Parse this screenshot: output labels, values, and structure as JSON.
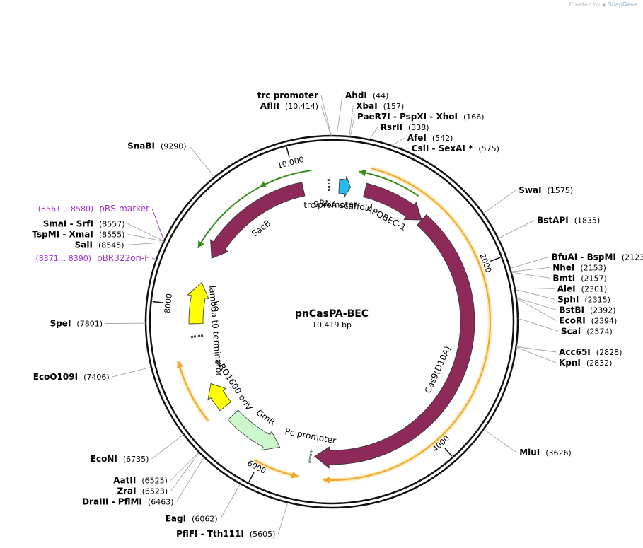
{
  "credit": {
    "prefix": "Created by",
    "brand": "SnapGene",
    "logo_icon": "snapgene-logo-icon"
  },
  "plasmid": {
    "name": "pnCasPA-BEC",
    "size_text": "10,419 bp",
    "length_bp": 10419
  },
  "colors": {
    "backbone": "#111111",
    "feature_purple": "#8e2a5a",
    "feature_green_line": "#3a8a1c",
    "feature_yellow": "#ffff00",
    "feature_orange_line": "#f0a631",
    "gmr_fill": "#ccf6cc",
    "scaffold_fill": "#26b9ee",
    "primer_label": "#9b30d9",
    "label_text": "#000000"
  },
  "tick_labels": [
    {
      "text": "2000",
      "bp": 2000
    },
    {
      "text": "4000",
      "bp": 4000
    },
    {
      "text": "6000",
      "bp": 6000
    },
    {
      "text": "8000",
      "bp": 8000
    },
    {
      "text": "10,000",
      "bp": 10000
    }
  ],
  "features": [
    {
      "name": "APOBEC-1",
      "start": 410,
      "end": 1200,
      "kind": "cds",
      "direction": 1
    },
    {
      "name": "Cas9(D10A)",
      "start": 1200,
      "end": 5420,
      "kind": "cds",
      "direction": 1
    },
    {
      "name": "SacB",
      "start": 8620,
      "end": 10070,
      "kind": "cds",
      "direction": -1
    },
    {
      "name": "ori",
      "start": 7790,
      "end": 8300,
      "kind": "ori",
      "direction": 1
    },
    {
      "name": "GmR",
      "start": 5860,
      "end": 6560,
      "kind": "marker",
      "direction": -1
    },
    {
      "name": "gRNA scaffold",
      "start": 90,
      "end": 230,
      "kind": "scaffold",
      "direction": 1
    },
    {
      "name": "pRO1600 oriV",
      "start": 6700,
      "end": 7030,
      "kind": "rep_origin",
      "direction": 1
    },
    {
      "name": "Pc promoter",
      "start": 5470,
      "end": 5560,
      "kind": "promoter",
      "direction": -1
    },
    {
      "name": "lambda t0 terminator",
      "start": 7635,
      "end": 7730,
      "kind": "terminator",
      "direction": 1
    },
    {
      "name": "trc promoter",
      "start": 10380,
      "end": 10419,
      "kind": "promoter",
      "direction": 1
    }
  ],
  "outer_arcs": [
    {
      "start": 420,
      "end": 5300,
      "direction": 1,
      "style": "orange"
    },
    {
      "start": 5560,
      "end": 6060,
      "direction": -1,
      "style": "orange"
    },
    {
      "start": 6690,
      "end": 7400,
      "direction": 1,
      "style": "orange"
    },
    {
      "start": 9600,
      "end": 10190,
      "direction": -1,
      "style": "green"
    },
    {
      "start": 300,
      "end": 1000,
      "direction": -1,
      "style": "green"
    },
    {
      "start": 8650,
      "end": 9830,
      "direction": -1,
      "style": "green"
    }
  ],
  "sites": [
    {
      "name": "trc promoter",
      "pos": "",
      "bp": 10415,
      "boxed": true
    },
    {
      "name": "AflII",
      "pos": "(10,414)",
      "bp": 10414
    },
    {
      "name": "AhdI",
      "pos": "(44)",
      "bp": 44
    },
    {
      "name": "XbaI",
      "pos": "(157)",
      "bp": 157
    },
    {
      "name": "PaeR7I  -  PspXI  -  XhoI",
      "pos": "(166)",
      "bp": 166
    },
    {
      "name": "RsrII",
      "pos": "(338)",
      "bp": 338
    },
    {
      "name": "AfeI",
      "pos": "(542)",
      "bp": 542
    },
    {
      "name": "CsiI  -  SexAI *",
      "pos": "(575)",
      "bp": 575
    },
    {
      "name": "SwaI",
      "pos": "(1575)",
      "bp": 1575
    },
    {
      "name": "BstAPI",
      "pos": "(1835)",
      "bp": 1835
    },
    {
      "name": "BfuAI  -  BspMI",
      "pos": "(2123)",
      "bp": 2123
    },
    {
      "name": "NheI",
      "pos": "(2153)",
      "bp": 2153
    },
    {
      "name": "BmtI",
      "pos": "(2157)",
      "bp": 2157
    },
    {
      "name": "AleI",
      "pos": "(2301)",
      "bp": 2301
    },
    {
      "name": "SphI",
      "pos": "(2315)",
      "bp": 2315
    },
    {
      "name": "BstBI",
      "pos": "(2392)",
      "bp": 2392
    },
    {
      "name": "EcoRI",
      "pos": "(2394)",
      "bp": 2394
    },
    {
      "name": "ScaI",
      "pos": "(2574)",
      "bp": 2574
    },
    {
      "name": "Acc65I",
      "pos": "(2828)",
      "bp": 2828
    },
    {
      "name": "KpnI",
      "pos": "(2832)",
      "bp": 2832
    },
    {
      "name": "MluI",
      "pos": "(3626)",
      "bp": 3626
    },
    {
      "name": "PflFI  -  Tth111I",
      "pos": "(5605)",
      "bp": 5605
    },
    {
      "name": "EagI",
      "pos": "(6062)",
      "bp": 6062
    },
    {
      "name": "DraIII  -  PflMI",
      "pos": "(6463)",
      "bp": 6463
    },
    {
      "name": "ZraI",
      "pos": "(6523)",
      "bp": 6523
    },
    {
      "name": "AatII",
      "pos": "(6525)",
      "bp": 6525
    },
    {
      "name": "EcoNI",
      "pos": "(6735)",
      "bp": 6735
    },
    {
      "name": "EcoO109I",
      "pos": "(7406)",
      "bp": 7406
    },
    {
      "name": "SpeI",
      "pos": "(7801)",
      "bp": 7801
    },
    {
      "name": "SalI",
      "pos": "(8545)",
      "bp": 8545
    },
    {
      "name": "TspMI  -  XmaI",
      "pos": "(8555)",
      "bp": 8555
    },
    {
      "name": "SmaI  -  SrfI",
      "pos": "(8557)",
      "bp": 8557
    },
    {
      "name": "SnaBI",
      "pos": "(9290)",
      "bp": 9290
    }
  ],
  "primers": [
    {
      "name": "pRS-marker",
      "range": "(8561 .. 8580)",
      "start": 8561,
      "end": 8580
    },
    {
      "name": "pBR322ori-F",
      "range": "(8371 .. 8390)",
      "start": 8371,
      "end": 8390
    }
  ]
}
